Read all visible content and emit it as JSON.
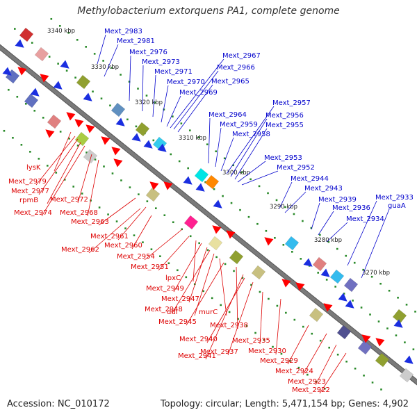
{
  "title": "Methylobacterium extorquens PA1, complete genome",
  "footer": {
    "accession": "Accession: NC_010172",
    "summary": "Topology: circular; Length: 5,471,154 bp; Genes: 4,902"
  },
  "colors": {
    "forward_label": "#0000cc",
    "reverse_label": "#dd0000",
    "backbone": "#7a7a7a",
    "tick": "#2a8a2a",
    "forward_arrow": "#1a2ee0",
    "reverse_arrow": "#ff0000"
  },
  "scale_labels": [
    "3340 kbp",
    "3330 kbp",
    "3320 kbp",
    "3310 kbp",
    "3300 kbp",
    "3290 kbp",
    "3280 kbp",
    "3270 kbp"
  ],
  "forward_genes": [
    "Mext_2983",
    "Mext_2981",
    "Mext_2976",
    "Mext_2973",
    "Mext_2971",
    "Mext_2970",
    "Mext_2969",
    "Mext_2967",
    "Mext_2966",
    "Mext_2965",
    "Mext_2964",
    "Mext_2959",
    "Mext_2958",
    "Mext_2957",
    "Mext_2956",
    "Mext_2955",
    "Mext_2953",
    "Mext_2952",
    "Mext_2944",
    "Mext_2943",
    "Mext_2939",
    "Mext_2936",
    "Mext_2934",
    "Mext_2933",
    "guaA"
  ],
  "reverse_genes": [
    "lysK",
    "Mext_2979",
    "Mext_2977",
    "rpmB",
    "Mext_2974",
    "Mext_2972",
    "Mext_2968",
    "Mext_2963",
    "Mext_2961",
    "Mext_2962",
    "Mext_2960",
    "Mext_2954",
    "Mext_2951",
    "lpxC",
    "Mext_2949",
    "Mext_2947",
    "Mext_2948",
    "ddl",
    "murC",
    "Mext_2945",
    "Mext_2938",
    "Mext_2940",
    "Mext_2935",
    "Mext_2937",
    "Mext_2941",
    "Mext_2930",
    "Mext_2929",
    "Mext_2924",
    "Mext_2923",
    "Mext_2922"
  ]
}
